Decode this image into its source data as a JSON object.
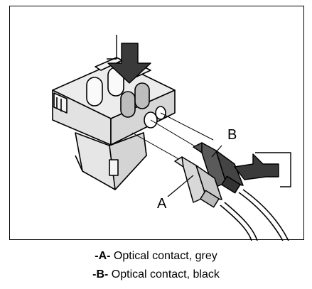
{
  "diagram": {
    "callouts": {
      "a": "A",
      "b": "B"
    },
    "legend": [
      {
        "key": "-A-",
        "text": " Optical contact, grey"
      },
      {
        "key": "-B-",
        "text": " Optical contact, black"
      }
    ]
  },
  "colors": {
    "line": "#000000",
    "housing": "#e9e9e9",
    "housing_shade": "#cfcfcf",
    "connector_grey": "#d9d9d9",
    "connector_black": "#5a5a5a",
    "arrow_fill": "#3a3a3a"
  },
  "icons": [
    "down-arrow-icon",
    "left-arrow-icon"
  ]
}
